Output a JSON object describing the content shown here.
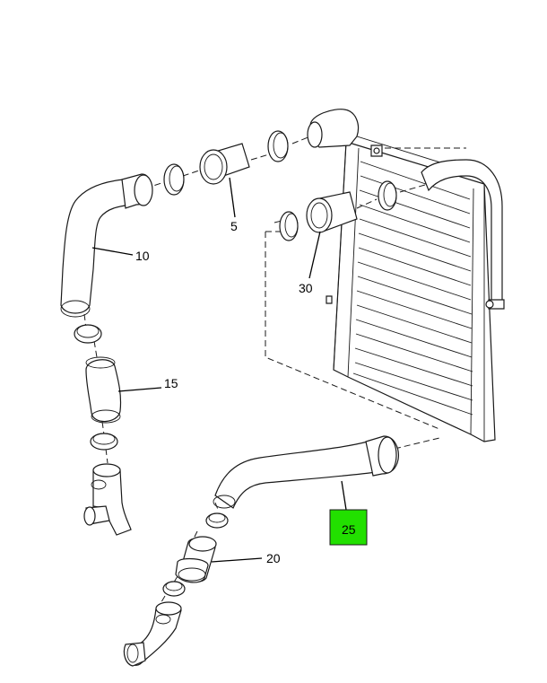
{
  "callouts": [
    {
      "id": "c5",
      "label": "5"
    },
    {
      "id": "c10",
      "label": "10"
    },
    {
      "id": "c15",
      "label": "15"
    },
    {
      "id": "c20",
      "label": "20"
    },
    {
      "id": "c25",
      "label": "25",
      "highlighted": true
    },
    {
      "id": "c30",
      "label": "30"
    }
  ],
  "colors": {
    "highlight": "#22e000",
    "line": "#1a1a1a",
    "background": "#ffffff"
  }
}
